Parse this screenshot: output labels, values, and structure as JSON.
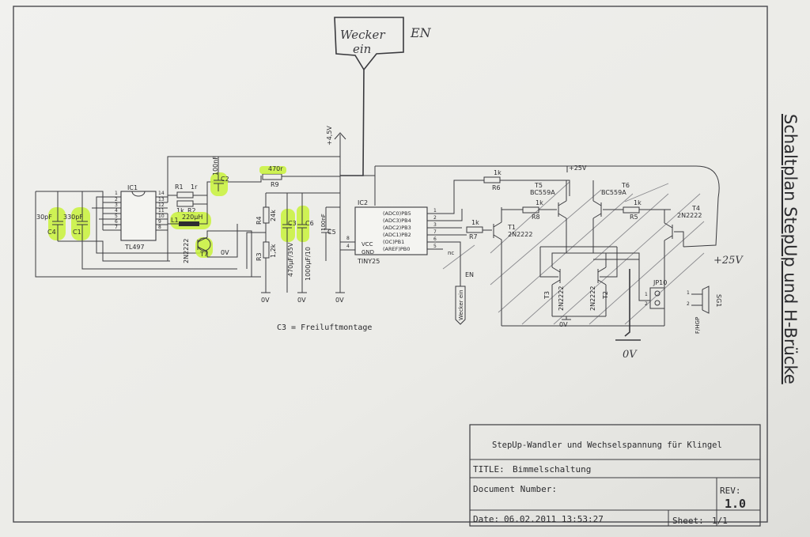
{
  "vertical_title": "Schaltplan StepUp und H-Brücke",
  "annotations": {
    "wecker_box": "Wecker\nein",
    "en_top": "EN",
    "en_mid": "EN",
    "plus25_hand": "+25V",
    "zero_hand": "0V",
    "wecker_ein": "Wecker ein",
    "c3_note": "C3 = Freiluftmontage"
  },
  "components": {
    "ic1": "IC1",
    "tl497": "TL497",
    "c4": "C4",
    "c4_val": "30pF",
    "c1": "C1",
    "c1_val": "330pF",
    "r1": "R1",
    "r1_val": "1r",
    "r2": "R2",
    "r2_val": "1k",
    "l1": "L1",
    "l1_val": "220µH",
    "c2": "C2",
    "c2_val": "100nF",
    "t7": "T7",
    "t7_val": "2N2222",
    "ov": "0V",
    "r9": "R9",
    "r9_val": "470r",
    "r4": "R4",
    "r4_val": "24k",
    "r3": "R3",
    "r3_val": "1,2k",
    "c3": "C3",
    "c3_val": "470µF/35V",
    "c6": "C6",
    "c6_val": "1000µF/10",
    "c5": "C5",
    "c5_val": "100nF",
    "vcc_rail": "+4,5V",
    "v25_rail": "+25V",
    "ic2": "IC2",
    "tiny25": "TINY25",
    "vcc": "VCC",
    "gnd": "GND",
    "adc0": "(ADC0)PB5",
    "adc3_4": "(ADC3)PB4",
    "adc2": "(ADC2)PB3",
    "adc1": "(ADC1)PB2",
    "oc": "(OC)PB1",
    "aref": "(AREF)PB0",
    "nc": "nc",
    "r6": "R6",
    "r6_val": "1k",
    "r7": "R7",
    "r7_val": "1k",
    "r8": "R8",
    "r8_val": "1k",
    "r5": "R5",
    "r5_val": "1k",
    "t5": "T5",
    "t5_val": "BC559A",
    "t6": "T6",
    "t6_val": "BC559A",
    "t1": "T1",
    "t1_val": "2N2222",
    "t4": "T4",
    "t4_val": "2N2222",
    "t3": "T3",
    "t3_val": "2N2222",
    "t2": "T2",
    "t2_val": "2N2222",
    "jp10": "JP10",
    "sg1": "SG1",
    "f_hgp": "F/HGP"
  },
  "title_block": {
    "description": "StepUp-Wandler und Wechselspannung für Klingel",
    "title_label": "TITLE:",
    "title_value": "Bimmelschaltung",
    "doc_label": "Document Number:",
    "rev_label": "REV:",
    "rev_value": "1.0",
    "date_label": "Date:",
    "date_value": "06.02.2011 13:53:27",
    "sheet_label": "Sheet:",
    "sheet_value": "1/1"
  }
}
